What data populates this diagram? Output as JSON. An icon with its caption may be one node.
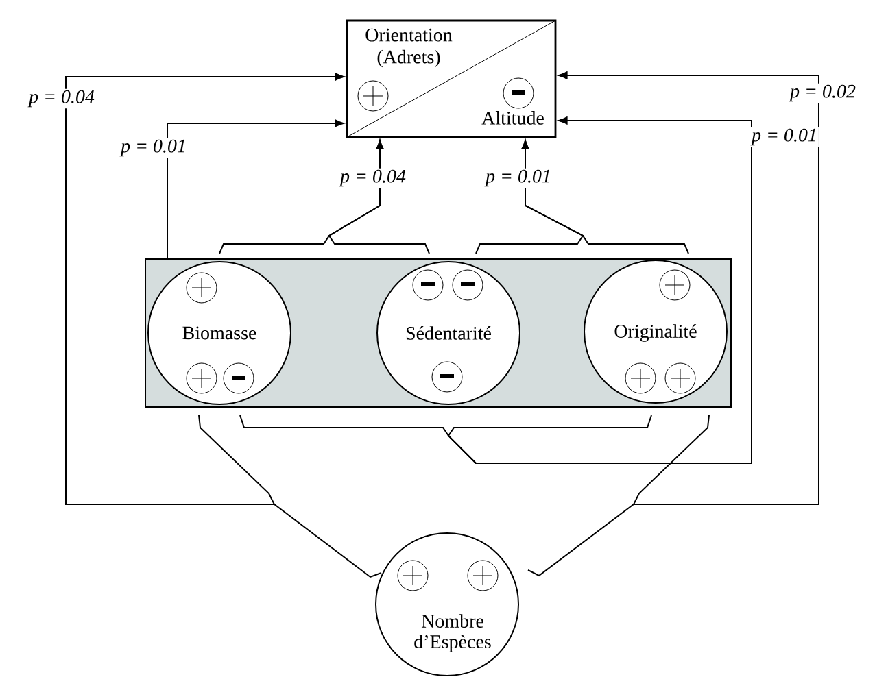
{
  "diagram": {
    "nodes": [
      {
        "text": [
          "Orientation (Adrets)",
          "Altitude"
        ]
      },
      {
        "text": [],
        "shape": "box"
      },
      {
        "text": [
          "Biomasse"
        ],
        "in": 1
      },
      {
        "text": [
          "Sédentarité"
        ],
        "in": 1
      },
      {
        "text": [
          "Originalité"
        ],
        "in": 1
      },
      {
        "text": [
          "Nombre d’Espèces"
        ]
      }
    ],
    "edges": [
      {
        "from": 2,
        "to": 0,
        "arrow": "to",
        "label": "p = 0.04"
      },
      {
        "from": 5,
        "to": 0,
        "arrow": "to"
      },
      {
        "from": 1,
        "to": 0,
        "arrow": "to",
        "label": "p = 0.01"
      },
      {
        "from": 2,
        "to": 0,
        "arrow": "to",
        "label": "p = 0.04"
      },
      {
        "from": 3,
        "to": 0,
        "arrow": "to"
      },
      {
        "from": 3,
        "to": 0,
        "arrow": "to",
        "label": "p = 0.01"
      },
      {
        "from": 4,
        "to": 0,
        "arrow": "to"
      },
      {
        "from": 2,
        "to": 0,
        "arrow": "to",
        "label": "p = 0.01"
      },
      {
        "from": 4,
        "to": 0,
        "arrow": "to"
      },
      {
        "from": 4,
        "to": 0,
        "arrow": "to",
        "label": "p = 0.02"
      },
      {
        "from": 5,
        "to": 0,
        "arrow": "to"
      }
    ]
  }
}
